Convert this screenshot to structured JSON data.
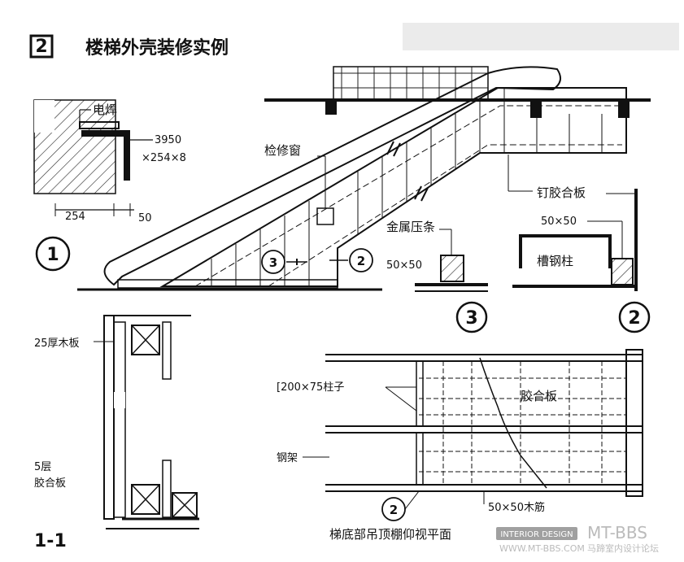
{
  "title": {
    "number": "2",
    "text": "楼梯外壳装修实例"
  },
  "detail1": {
    "weld_label": "电焊",
    "angle_line1": "3950",
    "angle_line2": "×254×8",
    "dim_a": "254",
    "dim_b": "50",
    "circle": "1"
  },
  "escalator": {
    "inspection_window": "检修窗",
    "nail_plywood": "钉胶合板",
    "metal_strip": "金属压条",
    "dim_5050_a": "50×50",
    "dim_5050_b": "50×50",
    "channel_column": "槽钢柱",
    "callout_3": "3",
    "callout_2": "2",
    "circle_3": "3",
    "circle_2": "2"
  },
  "section": {
    "label_wood": "25厚木板",
    "label_ply_a": "5层",
    "label_ply_b": "胶合板",
    "caption": "1-1"
  },
  "plan": {
    "column_label": "[200×75柱子",
    "plywood": "胶合板",
    "steel_frame": "钢架",
    "wood_rib": "50×50木筋",
    "callout_2": "2",
    "caption": "梯底部吊顶棚仰视平面"
  },
  "watermark": {
    "badge": "INTERIOR DESIGN",
    "brand": "MT-BBS",
    "site": "WWW.MT-BBS.COM",
    "tagline": "马蹄室内设计论坛"
  }
}
